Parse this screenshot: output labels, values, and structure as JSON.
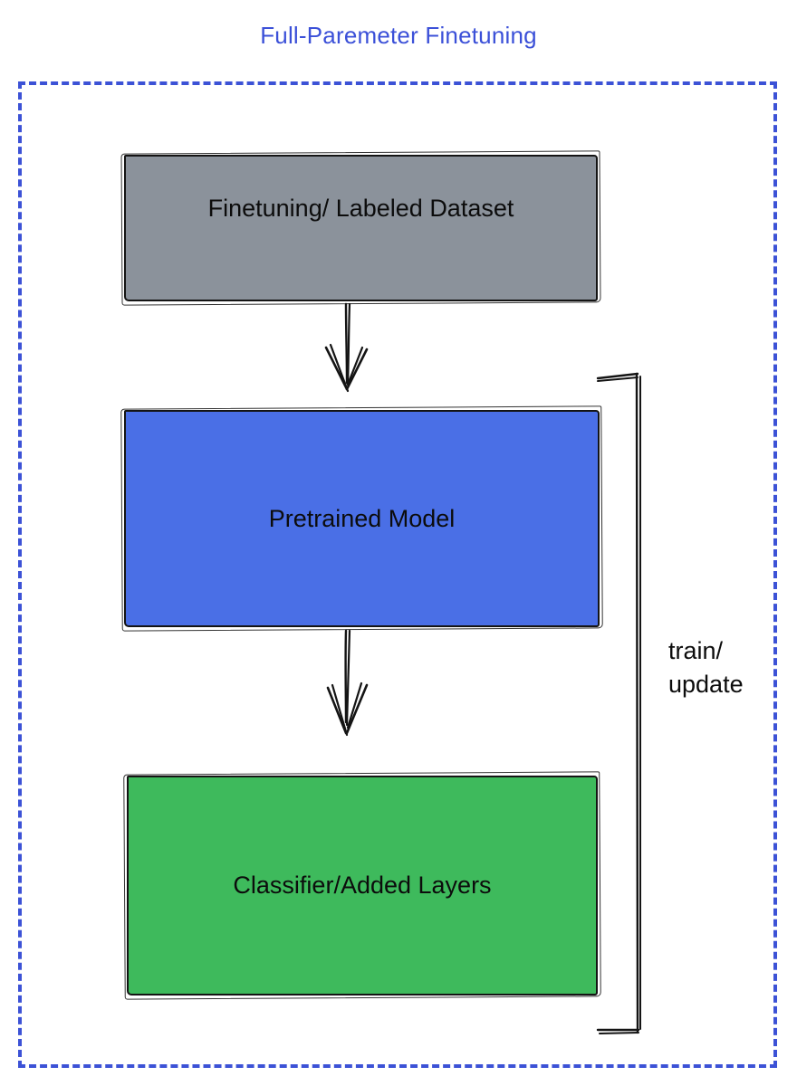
{
  "title": "Full-Paremeter Finetuning",
  "diagram": {
    "nodes": [
      {
        "id": "finetuning-dataset",
        "label": "Finetuning/ Labeled Dataset",
        "color": "#8b929b"
      },
      {
        "id": "pretrained-model",
        "label": "Pretrained Model",
        "color": "#4a6fe6"
      },
      {
        "id": "classifier-added-layers",
        "label": "Classifier/Added Layers",
        "color": "#3eba5c"
      }
    ],
    "edges": [
      {
        "from": "finetuning-dataset",
        "to": "pretrained-model",
        "style": "sketch-arrow-down"
      },
      {
        "from": "pretrained-model",
        "to": "classifier-added-layers",
        "style": "sketch-arrow-down"
      }
    ],
    "bracket": {
      "label_line1": "train/",
      "label_line2": "update",
      "spans": "pretrained-model + classifier-added-layers"
    }
  },
  "colors": {
    "node_gray": "#8b929b",
    "node_blue": "#4a6fe6",
    "node_green": "#3eba5c",
    "title_blue": "#3b50d8",
    "frame_blue": "#3c52d6",
    "ink": "#141414"
  }
}
